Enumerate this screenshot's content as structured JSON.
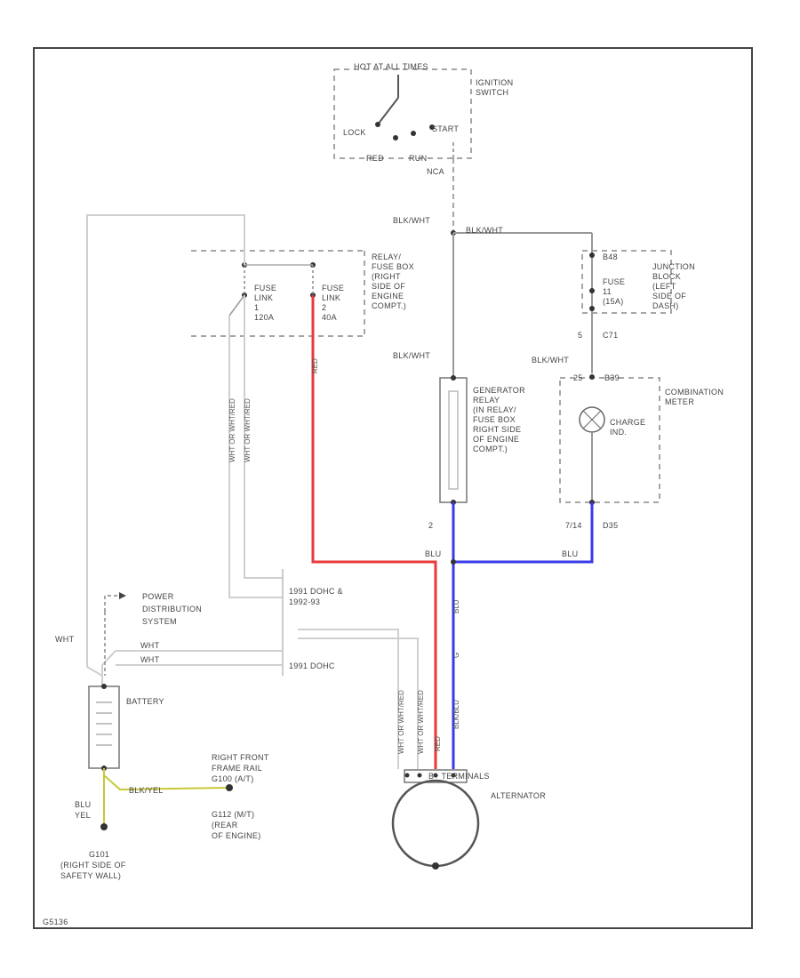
{
  "ignition_switch": {
    "top_label": "HOT AT ALL TIMES",
    "name_lines": [
      "IGNITION",
      "SWITCH"
    ],
    "lock": "LOCK",
    "start": "START",
    "pos_left": "RED",
    "pos_mid": "RUN",
    "terminal": "NCA"
  },
  "fuse_box": {
    "name_lines": [
      "RELAY/",
      "FUSE BOX",
      "(RIGHT",
      "SIDE OF",
      "ENGINE",
      "COMPT.)"
    ],
    "fuse1_lines": [
      "FUSE",
      "LINK",
      "1",
      "120A"
    ],
    "fuse2_lines": [
      "FUSE",
      "LINK",
      "2",
      "40A"
    ]
  },
  "junction_block": {
    "name_lines": [
      "JUNCTION",
      "BLOCK",
      "(LEFT",
      "SIDE OF",
      "DASH)"
    ],
    "top_pin": "B48",
    "fuse_lines": [
      "FUSE",
      "11",
      "(15A)"
    ],
    "bottom_pin": "C71",
    "bottom_left": "5"
  },
  "generator_relay": {
    "name_lines": [
      "GENERATOR",
      "RELAY",
      "(IN RELAY/",
      "FUSE BOX",
      "RIGHT SIDE",
      "OF ENGINE",
      "COMPT.)"
    ],
    "pin_bottom": "2"
  },
  "combination_meter": {
    "name_lines": [
      "COMBINATION",
      "METER"
    ],
    "pin_top_left": "25",
    "pin_top_right": "B39",
    "lamp_lines": [
      "CHARGE",
      "IND."
    ],
    "pin_bottom_left": "7/14",
    "pin_bottom_right": "D35"
  },
  "power_distribution": {
    "name_lines": [
      "POWER",
      "DISTRIBUTION",
      "SYSTEM"
    ]
  },
  "battery": {
    "name": "BATTERY"
  },
  "alternator": {
    "name": "ALTERNATOR",
    "terminal": "B+ TERMINALS"
  },
  "ground_g101": {
    "name_lines": [
      "G101",
      "(RIGHT SIDE OF",
      "SAFETY WALL)"
    ]
  },
  "ground_frame": {
    "lines": [
      "RIGHT FRONT",
      "FRAME RAIL",
      "G100 (A/T)"
    ],
    "lines2": [
      "G112 (M/T)",
      "(REAR",
      "OF ENGINE)"
    ]
  },
  "engine_notes": {
    "note1_lines": [
      "1991 DOHC &",
      "1992-93"
    ],
    "note2": "1991 DOHC"
  },
  "wire_labels": {
    "blk_wht_top": "BLK/WHT",
    "blk_wht_branch": "BLK/WHT",
    "blk_wht_left": "BLK/WHT",
    "blk_wht_right": "BLK/WHT",
    "blu_left": "BLU",
    "blu_right": "BLU",
    "wht_red_1": "WHT OR WHT/RED",
    "wht_red_2": "WHT OR WHT/RED",
    "wht_red_3": "WHT OR WHT/RED",
    "wht_red_4": "WHT OR WHT/RED",
    "red": "RED",
    "red2": "RED",
    "blk_yel": "BLK/YEL",
    "blu_vert": "BLU",
    "blk_blu": "BLK/BLU",
    "wht_ps": "WHT",
    "wht_1": "WHT",
    "wht_2": "WHT",
    "blu_gnd": "BLU",
    "yel_gnd": "YEL",
    "blu_mid": "G"
  },
  "figure_id": "G5136",
  "colors": {
    "red_wire": "#e83a3a",
    "blue_wire": "#3a3ae8",
    "yellow_wire": "#c8c83a",
    "gray_wire": "#c8c8c8",
    "black_wire": "#555555"
  }
}
